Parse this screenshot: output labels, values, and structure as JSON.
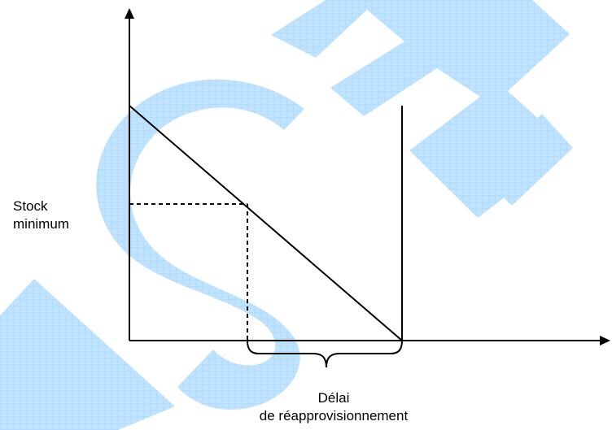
{
  "watermark": {
    "text": "ISE",
    "color": "#BFE3FF",
    "grid_color": "#A9D6F8"
  },
  "diagram": {
    "stock_label": {
      "line1": "Stock",
      "line2": "minimum"
    },
    "delay_label": {
      "line1": "Délai",
      "line2": "de réapprovisionnement"
    },
    "line_color": "#000000"
  }
}
